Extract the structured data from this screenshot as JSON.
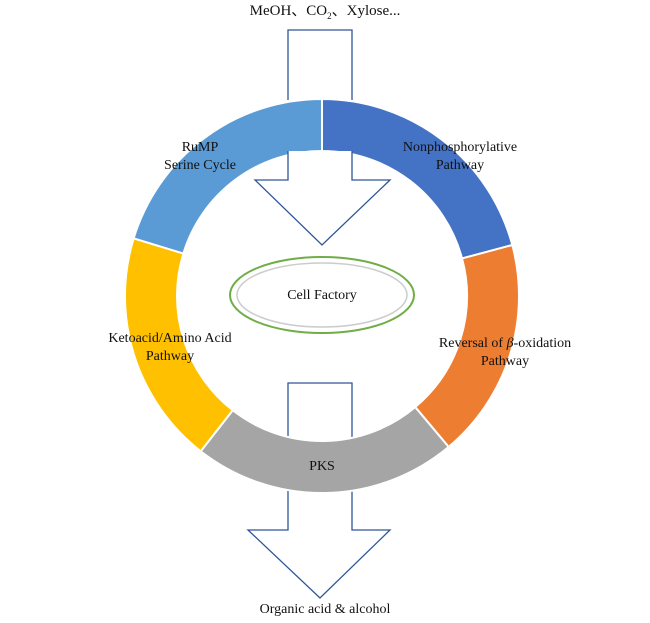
{
  "inputs": {
    "text_pre": "MeOH、CO",
    "sub": "2",
    "text_post": "、Xylose..."
  },
  "center": {
    "label": "Cell Factory"
  },
  "segments": [
    {
      "id": "rump",
      "lines": [
        "RuMP",
        "Serine Cycle"
      ],
      "color": "#5B9BD5"
    },
    {
      "id": "nonphos",
      "lines": [
        "Nonphosphorylative",
        "Pathway"
      ],
      "color": "#4472C4"
    },
    {
      "id": "beta",
      "line1_pre": "Reversal of ",
      "line1_greek": "β",
      "line1_post": "-oxidation",
      "line2": "Pathway",
      "color": "#ED7D31"
    },
    {
      "id": "pks",
      "lines": [
        "PKS"
      ],
      "color": "#A5A5A5"
    },
    {
      "id": "keto",
      "lines": [
        "Ketoacid/Amino Acid",
        "Pathway"
      ],
      "color": "#FFC000"
    }
  ],
  "output": {
    "label": "Organic acid & alcohol"
  },
  "colors": {
    "arrow_stroke": "#2F5597",
    "ellipse_outer": "#70AD47"
  }
}
